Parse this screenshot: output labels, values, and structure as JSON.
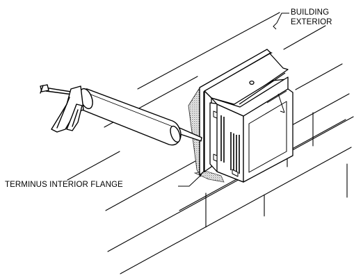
{
  "labels": {
    "building_exterior_line1": "BUILDING",
    "building_exterior_line2": "EXTERIOR",
    "terminus_interior_flange": "TERMINUS INTERIOR FLANGE"
  },
  "colors": {
    "ink": "#000000",
    "paper": "#ffffff",
    "sealant_stipple": "#555555"
  }
}
